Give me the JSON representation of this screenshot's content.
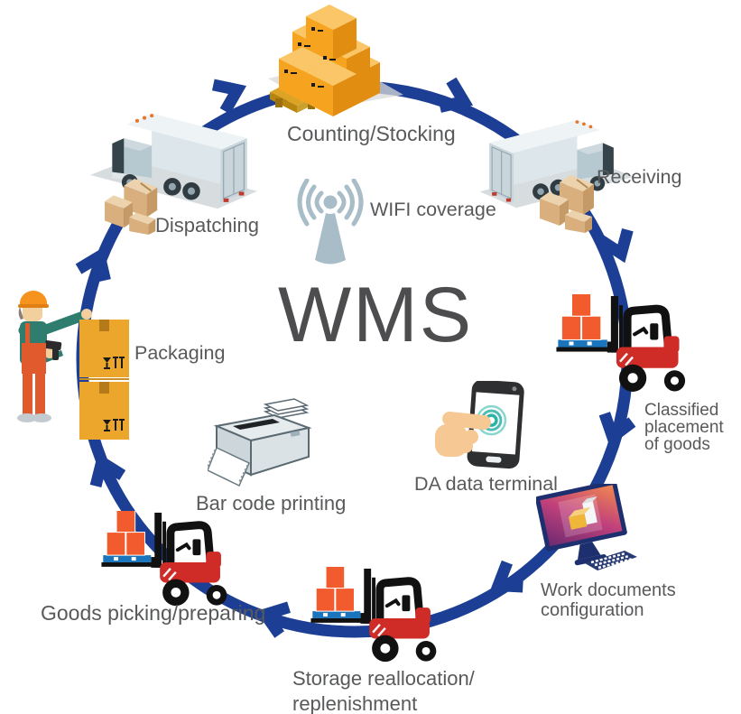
{
  "diagram": {
    "center": {
      "wms": "WMS",
      "wifi": "WIFI coverage",
      "barcode": "Bar code printing",
      "terminal": "DA data terminal"
    },
    "stages": {
      "counting": "Counting/Stocking",
      "receiving": "Receiving",
      "classified_line1": "Classified",
      "classified_line2": "placement",
      "classified_line3": "of goods",
      "workdocs_line1": "Work documents",
      "workdocs_line2": "configuration",
      "storage_line1": "Storage reallocation/",
      "storage_line2": "replenishment",
      "picking": "Goods picking/preparing",
      "packaging": "Packaging",
      "dispatching": "Dispatching"
    },
    "icons": {
      "counting": "pallet-carton-stack",
      "receiving": "box-truck",
      "dispatching": "box-truck-mirrored",
      "classified": "forklift-with-boxes",
      "storage": "forklift-with-boxes",
      "picking": "forklift-with-boxes",
      "packaging": "worker-with-scanner-and-cartons",
      "wifi": "antenna-signal-arcs",
      "barcode": "label-printer",
      "terminal": "hand-touch-smartphone",
      "workdocs": "monitor-with-keyboard"
    },
    "colors": {
      "arrow_blue": "#1c3e94",
      "text_gray": "#58595b",
      "title_gray": "#4d4d4f",
      "forklift_red": "#cf2b27",
      "small_box_orange": "#f15b2e",
      "pallet_blue": "#1b75bc",
      "carton_gold": "#f0a32a",
      "packaging_gold": "#eda62c",
      "truck_gray": "#dde6ea",
      "wifi_gray": "#a9bdc9",
      "touch_teal": "#2bb3a8",
      "screen_purple": "#6d2a70",
      "screen_orange": "#f1874f"
    }
  }
}
